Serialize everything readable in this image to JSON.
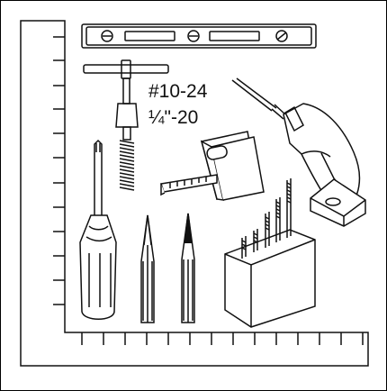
{
  "tap_labels": {
    "tap_size_1": "#10-24",
    "tap_size_2": "¼\"-20"
  },
  "icons": {
    "frame": "frame-border",
    "square": "carpenters-square-icon",
    "level": "spirit-level-icon",
    "tap": "tap-wrench-icon",
    "drill": "power-drill-icon",
    "tape": "tape-measure-icon",
    "screwdriver": "screwdriver-icon",
    "pencil": "pencil-icon",
    "drill_bits": "drill-bit-set-icon"
  },
  "colors": {
    "ink": "#111111",
    "paper": "#ffffff",
    "shade": "#d9d9d9"
  }
}
